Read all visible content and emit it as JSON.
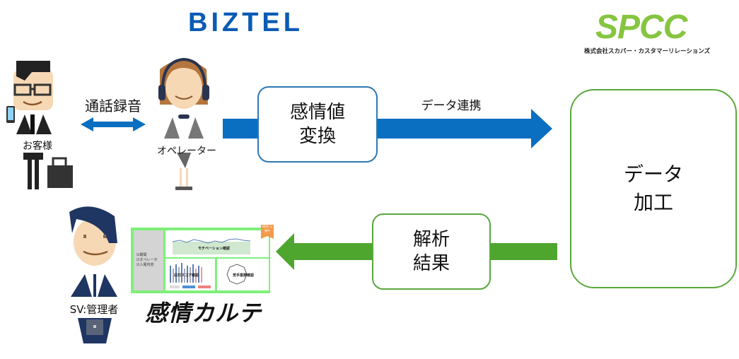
{
  "logos": {
    "biztel": "BIZTEL",
    "spcc": "SPCC",
    "spcc_company": "株式会社スカパー・カスタマーリレーションズ"
  },
  "actors": {
    "customer": "お客様",
    "operator": "オペレーター",
    "supervisor": "SV:管理者"
  },
  "flows": {
    "call_recording": "通話録音",
    "data_link": "データ連携"
  },
  "process_boxes": {
    "emotion_conversion": "感情値\n変換",
    "data_processing": "データ\n加工",
    "analysis_result": "解析\n結果"
  },
  "karte": {
    "title": "感情カルテ",
    "sidebar_items": [
      "☑期間",
      "☑オペレータ",
      "☑入電内容"
    ],
    "panels": {
      "motivation": "モチベーション確認",
      "score": "応対スコア確認",
      "weakness": "苦手業務確認"
    },
    "ribbon": "NEW 公開中"
  },
  "colors": {
    "blue_arrow": "#0a6fc0",
    "green_arrow": "#4ea62f",
    "biztel_blue": "#0a5bb5",
    "spcc_green": "#86c540",
    "dashboard_green": "#7ef07a"
  }
}
